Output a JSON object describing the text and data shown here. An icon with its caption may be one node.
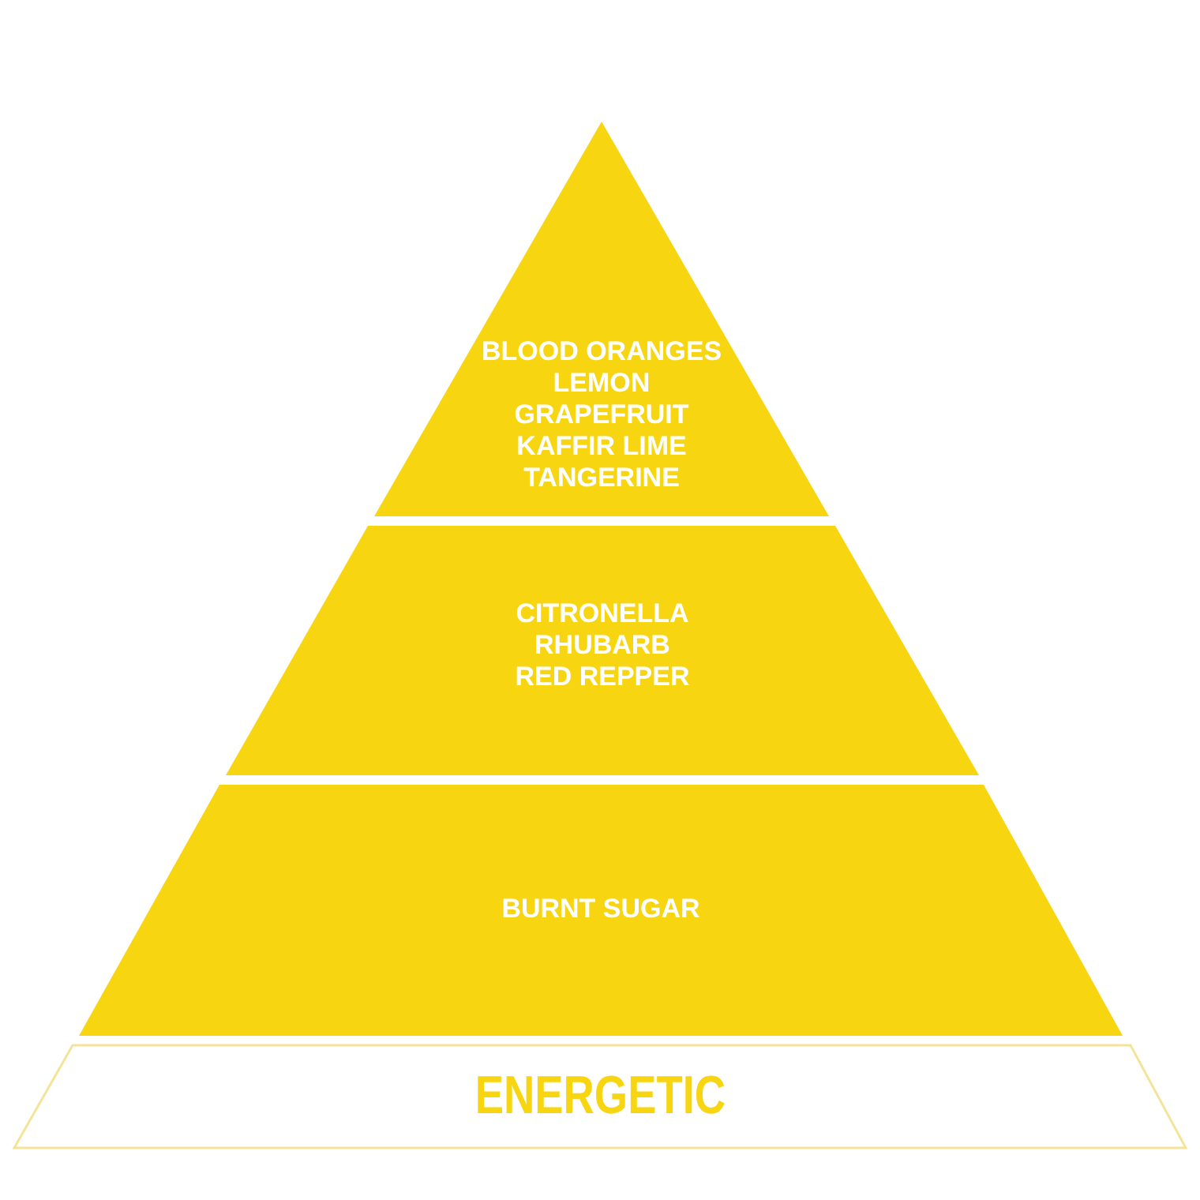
{
  "diagram": {
    "nodes": [
      {
        "text": [
          "BLOOD ORANGES",
          "LEMON",
          "GRAPEFRUIT",
          "KAFFIR LIME",
          "TANGERINE"
        ]
      },
      {
        "text": [
          "CITRONELLA",
          "RHUBARB",
          "RED REPPER"
        ]
      },
      {
        "text": [
          "BURNT SUGAR"
        ]
      },
      {
        "text": [
          "ENERGETIC"
        ]
      }
    ]
  }
}
